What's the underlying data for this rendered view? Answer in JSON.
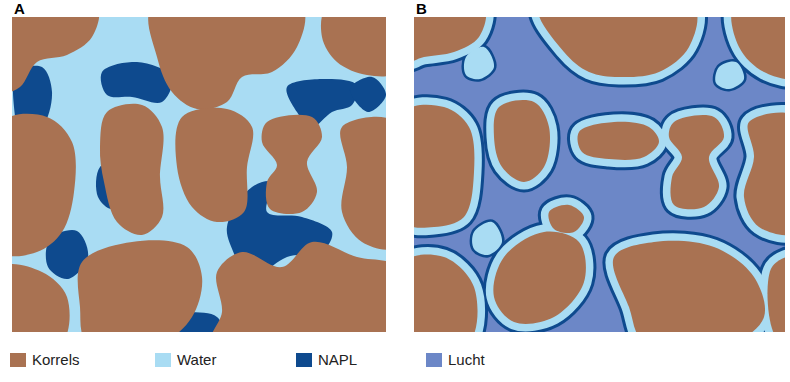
{
  "diagram": {
    "labels": [
      "A",
      "B"
    ],
    "legend": [
      {
        "text": "Korrels",
        "color": "#a97252"
      },
      {
        "text": "Water",
        "color": "#a9dcf3"
      },
      {
        "text": "NAPL",
        "color": "#0e4a8e"
      },
      {
        "text": "Lucht",
        "color": "#6c87c7"
      }
    ]
  }
}
